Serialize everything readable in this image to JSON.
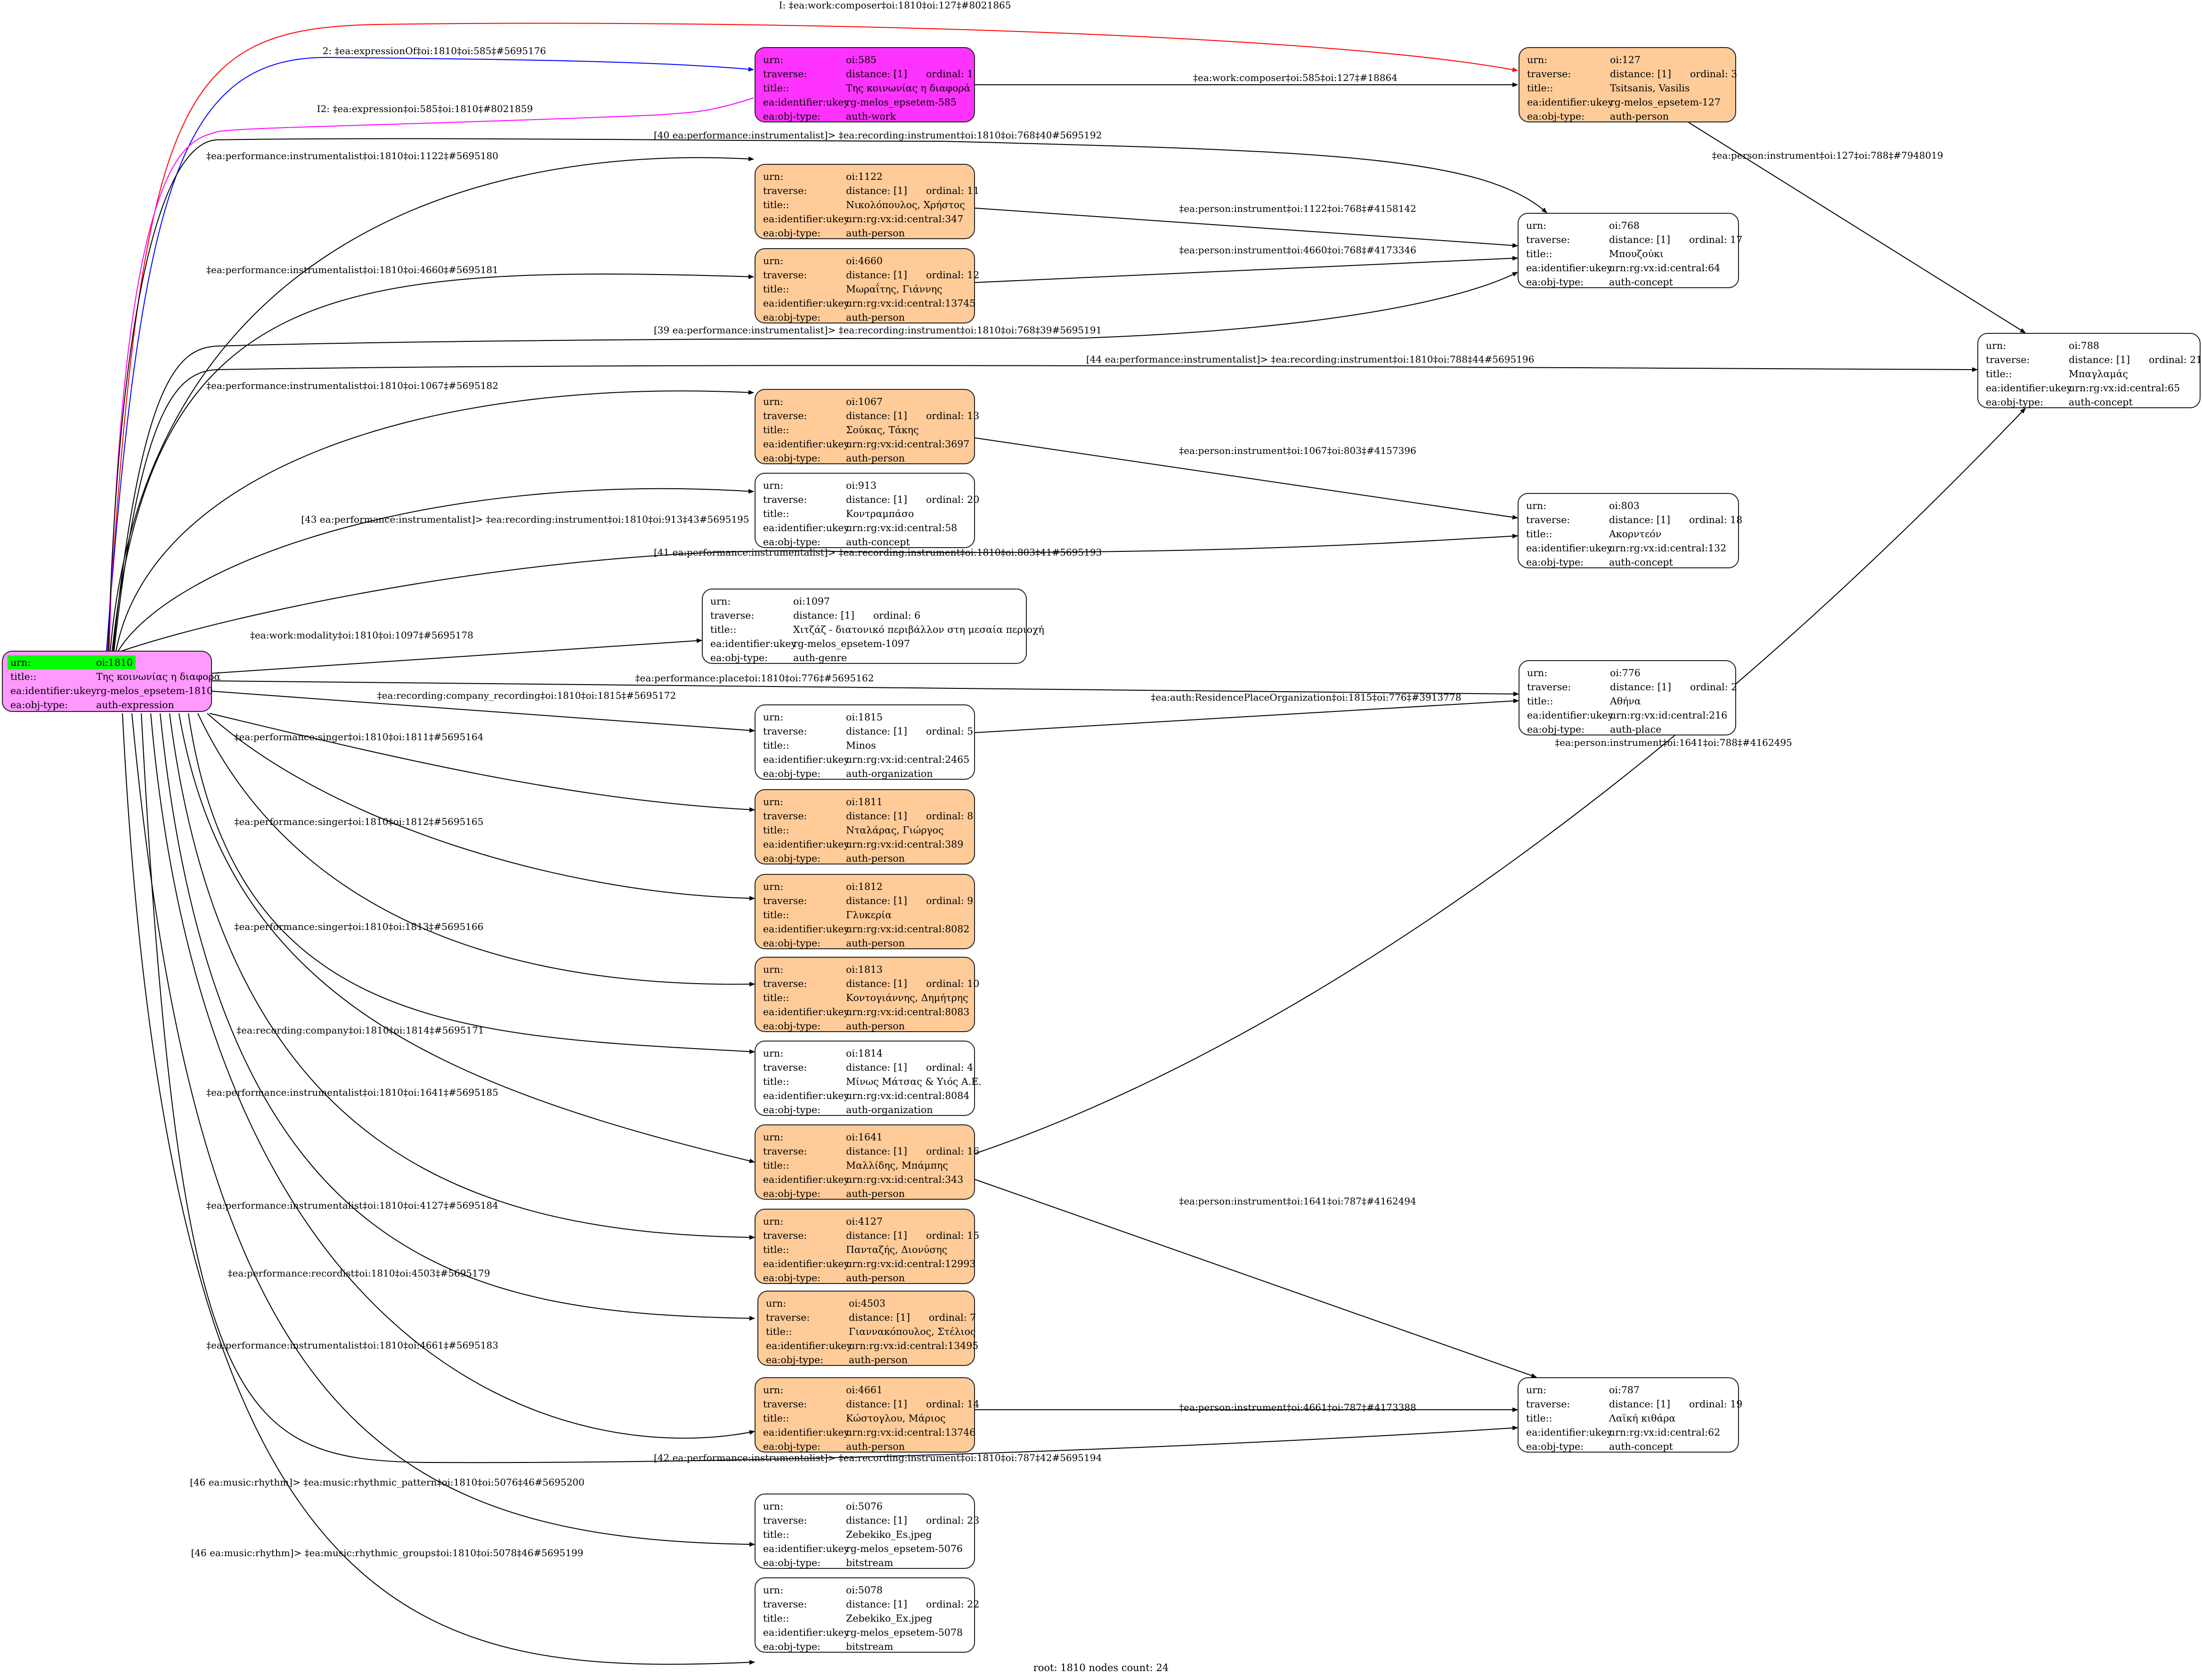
{
  "colors": {
    "person_fill": "#ffcc99",
    "work_fill": "#ff33ff",
    "root_fill": "#ff99ff",
    "root_highlight": "#00ff00",
    "edge_default": "#000000",
    "edge_composer": "#ff0000",
    "edge_expressionOf": "#0000ff",
    "edge_expression": "#ff00ff"
  },
  "labels": {
    "urn": "urn:",
    "traverse": "traverse:",
    "title": "title::",
    "ukey": "ea:identifier:ukey",
    "objtype": "ea:obj-type:"
  },
  "root": {
    "urn": "oi:1810",
    "title": "Της κοινωνίας η διαφορά",
    "ukey": "rg-melos_epsetem-1810",
    "objtype": "auth-expression"
  },
  "nodes": [
    {
      "id": "n585",
      "kind": "work",
      "urn": "oi:585",
      "distance": "distance: [1]",
      "ordinal": "ordinal: 1",
      "title": "Της κοινωνίας η διαφορά",
      "ukey": "rg-melos_epsetem-585",
      "objtype": "auth-work"
    },
    {
      "id": "n127",
      "kind": "person",
      "urn": "oi:127",
      "distance": "distance: [1]",
      "ordinal": "ordinal: 3",
      "title": "Tsitsanis, Vasilis",
      "ukey": "rg-melos_epsetem-127",
      "objtype": "auth-person"
    },
    {
      "id": "n1122",
      "kind": "person",
      "urn": "oi:1122",
      "distance": "distance: [1]",
      "ordinal": "ordinal: 11",
      "title": "Νικολόπουλος, Χρήστος",
      "ukey": "urn:rg:vx:id:central:347",
      "objtype": "auth-person"
    },
    {
      "id": "n768",
      "kind": "plain",
      "urn": "oi:768",
      "distance": "distance: [1]",
      "ordinal": "ordinal: 17",
      "title": "Μπουζούκι",
      "ukey": "urn:rg:vx:id:central:64",
      "objtype": "auth-concept"
    },
    {
      "id": "n4660",
      "kind": "person",
      "urn": "oi:4660",
      "distance": "distance: [1]",
      "ordinal": "ordinal: 12",
      "title": "Μωραΐτης, Γιάννης",
      "ukey": "urn:rg:vx:id:central:13745",
      "objtype": "auth-person"
    },
    {
      "id": "n788",
      "kind": "plain",
      "urn": "oi:788",
      "distance": "distance: [1]",
      "ordinal": "ordinal: 21",
      "title": "Μπαγλαμάς",
      "ukey": "urn:rg:vx:id:central:65",
      "objtype": "auth-concept"
    },
    {
      "id": "n1067",
      "kind": "person",
      "urn": "oi:1067",
      "distance": "distance: [1]",
      "ordinal": "ordinal: 13",
      "title": "Σούκας, Τάκης",
      "ukey": "urn:rg:vx:id:central:3697",
      "objtype": "auth-person"
    },
    {
      "id": "n913",
      "kind": "plain",
      "urn": "oi:913",
      "distance": "distance: [1]",
      "ordinal": "ordinal: 20",
      "title": "Κοντραμπάσο",
      "ukey": "urn:rg:vx:id:central:58",
      "objtype": "auth-concept"
    },
    {
      "id": "n803",
      "kind": "plain",
      "urn": "oi:803",
      "distance": "distance: [1]",
      "ordinal": "ordinal: 18",
      "title": "Ακορντεόν",
      "ukey": "urn:rg:vx:id:central:132",
      "objtype": "auth-concept"
    },
    {
      "id": "n1097",
      "kind": "plain",
      "urn": "oi:1097",
      "distance": "distance: [1]",
      "ordinal": "ordinal: 6",
      "title": "Χιτζάζ - διατονικό περιβάλλον στη μεσαία περιοχή",
      "ukey": "rg-melos_epsetem-1097",
      "objtype": "auth-genre"
    },
    {
      "id": "n776",
      "kind": "plain",
      "urn": "oi:776",
      "distance": "distance: [1]",
      "ordinal": "ordinal: 2",
      "title": "Αθήνα",
      "ukey": "urn:rg:vx:id:central:216",
      "objtype": "auth-place"
    },
    {
      "id": "n1815",
      "kind": "plain",
      "urn": "oi:1815",
      "distance": "distance: [1]",
      "ordinal": "ordinal: 5",
      "title": "Minos",
      "ukey": "urn:rg:vx:id:central:2465",
      "objtype": "auth-organization"
    },
    {
      "id": "n1811",
      "kind": "person",
      "urn": "oi:1811",
      "distance": "distance: [1]",
      "ordinal": "ordinal: 8",
      "title": "Νταλάρας, Γιώργος",
      "ukey": "urn:rg:vx:id:central:389",
      "objtype": "auth-person"
    },
    {
      "id": "n1812",
      "kind": "person",
      "urn": "oi:1812",
      "distance": "distance: [1]",
      "ordinal": "ordinal: 9",
      "title": "Γλυκερία",
      "ukey": "urn:rg:vx:id:central:8082",
      "objtype": "auth-person"
    },
    {
      "id": "n1813",
      "kind": "person",
      "urn": "oi:1813",
      "distance": "distance: [1]",
      "ordinal": "ordinal: 10",
      "title": "Κοντογιάννης, Δημήτρης",
      "ukey": "urn:rg:vx:id:central:8083",
      "objtype": "auth-person"
    },
    {
      "id": "n1814",
      "kind": "plain",
      "urn": "oi:1814",
      "distance": "distance: [1]",
      "ordinal": "ordinal: 4",
      "title": "Μίνως Μάτσας & Υιός Α.Ε.",
      "ukey": "urn:rg:vx:id:central:8084",
      "objtype": "auth-organization"
    },
    {
      "id": "n1641",
      "kind": "person",
      "urn": "oi:1641",
      "distance": "distance: [1]",
      "ordinal": "ordinal: 16",
      "title": "Μαλλίδης, Μπάμπης",
      "ukey": "urn:rg:vx:id:central:343",
      "objtype": "auth-person"
    },
    {
      "id": "n4127",
      "kind": "person",
      "urn": "oi:4127",
      "distance": "distance: [1]",
      "ordinal": "ordinal: 15",
      "title": "Πανταζής, Διονύσης",
      "ukey": "urn:rg:vx:id:central:12993",
      "objtype": "auth-person"
    },
    {
      "id": "n4503",
      "kind": "person",
      "urn": "oi:4503",
      "distance": "distance: [1]",
      "ordinal": "ordinal: 7",
      "title": "Γιαννακόπουλος, Στέλιος",
      "ukey": "urn:rg:vx:id:central:13495",
      "objtype": "auth-person"
    },
    {
      "id": "n787",
      "kind": "plain",
      "urn": "oi:787",
      "distance": "distance: [1]",
      "ordinal": "ordinal: 19",
      "title": "Λαϊκή κιθάρα",
      "ukey": "urn:rg:vx:id:central:62",
      "objtype": "auth-concept"
    },
    {
      "id": "n4661",
      "kind": "person",
      "urn": "oi:4661",
      "distance": "distance: [1]",
      "ordinal": "ordinal: 14",
      "title": "Κώστογλου, Μάριος",
      "ukey": "urn:rg:vx:id:central:13746",
      "objtype": "auth-person"
    },
    {
      "id": "n5076",
      "kind": "plain",
      "urn": "oi:5076",
      "distance": "distance: [1]",
      "ordinal": "ordinal: 23",
      "title": "Zebekiko_Es.jpeg",
      "ukey": "rg-melos_epsetem-5076",
      "objtype": "bitstream"
    },
    {
      "id": "n5078",
      "kind": "plain",
      "urn": "oi:5078",
      "distance": "distance: [1]",
      "ordinal": "ordinal: 22",
      "title": "Zebekiko_Ex.jpeg",
      "ukey": "rg-melos_epsetem-5078",
      "objtype": "bitstream"
    }
  ],
  "edges": [
    {
      "from": "root",
      "to": "n127",
      "color": "edge_composer",
      "label": "I: ‡ea:work:composer‡oi:1810‡oi:127‡#8021865"
    },
    {
      "from": "root",
      "to": "n585",
      "color": "edge_expressionOf",
      "label": "2: ‡ea:expressionOf‡oi:1810‡oi:585‡#5695176"
    },
    {
      "from": "n585",
      "to": "root",
      "color": "edge_expression",
      "label": "I2: ‡ea:expression‡oi:585‡oi:1810‡#8021859"
    },
    {
      "from": "n585",
      "to": "n127",
      "color": "edge_default",
      "label": "‡ea:work:composer‡oi:585‡oi:127‡#18864"
    },
    {
      "from": "n127",
      "to": "n788",
      "color": "edge_default",
      "label": "‡ea:person:instrument‡oi:127‡oi:788‡#7948019"
    },
    {
      "from": "root",
      "to": "n768",
      "color": "edge_default",
      "label": "[40 ea:performance:instrumentalist]> ‡ea:recording:instrument‡oi:1810‡oi:768‡40#5695192"
    },
    {
      "from": "root",
      "to": "n1122",
      "color": "edge_default",
      "label": "‡ea:performance:instrumentalist‡oi:1810‡oi:1122‡#5695180"
    },
    {
      "from": "n1122",
      "to": "n768",
      "color": "edge_default",
      "label": "‡ea:person:instrument‡oi:1122‡oi:768‡#4158142"
    },
    {
      "from": "root",
      "to": "n4660",
      "color": "edge_default",
      "label": "‡ea:performance:instrumentalist‡oi:1810‡oi:4660‡#5695181"
    },
    {
      "from": "n4660",
      "to": "n768",
      "color": "edge_default",
      "label": "‡ea:person:instrument‡oi:4660‡oi:768‡#4173346"
    },
    {
      "from": "root",
      "to": "n768",
      "color": "edge_default",
      "label": "[39 ea:performance:instrumentalist]> ‡ea:recording:instrument‡oi:1810‡oi:768‡39#5695191"
    },
    {
      "from": "root",
      "to": "n788",
      "color": "edge_default",
      "label": "[44 ea:performance:instrumentalist]> ‡ea:recording:instrument‡oi:1810‡oi:788‡44#5695196"
    },
    {
      "from": "root",
      "to": "n1067",
      "color": "edge_default",
      "label": "‡ea:performance:instrumentalist‡oi:1810‡oi:1067‡#5695182"
    },
    {
      "from": "n1067",
      "to": "n803",
      "color": "edge_default",
      "label": "‡ea:person:instrument‡oi:1067‡oi:803‡#4157396"
    },
    {
      "from": "root",
      "to": "n913",
      "color": "edge_default",
      "label": "[43 ea:performance:instrumentalist]> ‡ea:recording:instrument‡oi:1810‡oi:913‡43#5695195"
    },
    {
      "from": "root",
      "to": "n803",
      "color": "edge_default",
      "label": "[41 ea:performance:instrumentalist]> ‡ea:recording:instrument‡oi:1810‡oi:803‡41#5695193"
    },
    {
      "from": "root",
      "to": "n1097",
      "color": "edge_default",
      "label": "‡ea:work:modality‡oi:1810‡oi:1097‡#5695178"
    },
    {
      "from": "root",
      "to": "n776",
      "color": "edge_default",
      "label": "‡ea:performance:place‡oi:1810‡oi:776‡#5695162"
    },
    {
      "from": "root",
      "to": "n1815",
      "color": "edge_default",
      "label": "‡ea:recording:company_recording‡oi:1810‡oi:1815‡#5695172"
    },
    {
      "from": "n1815",
      "to": "n776",
      "color": "edge_default",
      "label": "‡ea:auth:ResidencePlaceOrganization‡oi:1815‡oi:776‡#3913778"
    },
    {
      "from": "n1641",
      "to": "n788",
      "color": "edge_default",
      "label": "‡ea:person:instrument‡oi:1641‡oi:788‡#4162495"
    },
    {
      "from": "root",
      "to": "n1811",
      "color": "edge_default",
      "label": "‡ea:performance:singer‡oi:1810‡oi:1811‡#5695164"
    },
    {
      "from": "root",
      "to": "n1812",
      "color": "edge_default",
      "label": "‡ea:performance:singer‡oi:1810‡oi:1812‡#5695165"
    },
    {
      "from": "root",
      "to": "n1813",
      "color": "edge_default",
      "label": "‡ea:performance:singer‡oi:1810‡oi:1813‡#5695166"
    },
    {
      "from": "root",
      "to": "n1814",
      "color": "edge_default",
      "label": "‡ea:recording:company‡oi:1810‡oi:1814‡#5695171"
    },
    {
      "from": "root",
      "to": "n1641",
      "color": "edge_default",
      "label": "‡ea:performance:instrumentalist‡oi:1810‡oi:1641‡#5695185"
    },
    {
      "from": "n1641",
      "to": "n787",
      "color": "edge_default",
      "label": "‡ea:person:instrument‡oi:1641‡oi:787‡#4162494"
    },
    {
      "from": "root",
      "to": "n4127",
      "color": "edge_default",
      "label": "‡ea:performance:instrumentalist‡oi:1810‡oi:4127‡#5695184"
    },
    {
      "from": "root",
      "to": "n4503",
      "color": "edge_default",
      "label": "‡ea:performance:recordist‡oi:1810‡oi:4503‡#5695179"
    },
    {
      "from": "root",
      "to": "n4661",
      "color": "edge_default",
      "label": "‡ea:performance:instrumentalist‡oi:1810‡oi:4661‡#5695183"
    },
    {
      "from": "n4661",
      "to": "n787",
      "color": "edge_default",
      "label": "‡ea:person:instrument‡oi:4661‡oi:787‡#4173388"
    },
    {
      "from": "root",
      "to": "n787",
      "color": "edge_default",
      "label": "[42 ea:performance:instrumentalist]> ‡ea:recording:instrument‡oi:1810‡oi:787‡42#5695194"
    },
    {
      "from": "root",
      "to": "n5076",
      "color": "edge_default",
      "label": "[46 ea:music:rhythm]> ‡ea:music:rhythmic_pattern‡oi:1810‡oi:5076‡46#5695200"
    },
    {
      "from": "root",
      "to": "n5078",
      "color": "edge_default",
      "label": "[46 ea:music:rhythm]> ‡ea:music:rhythmic_groups‡oi:1810‡oi:5078‡46#5695199"
    }
  ],
  "footer": "root: 1810 nodes count: 24"
}
